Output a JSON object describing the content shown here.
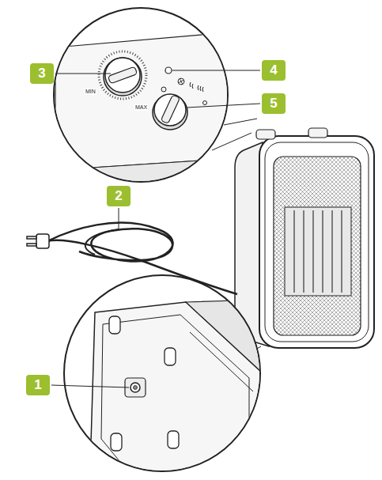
{
  "diagram": {
    "labels": [
      "3",
      "4",
      "MIN",
      "MAX",
      "5",
      "2",
      "1"
    ]
  }
}
